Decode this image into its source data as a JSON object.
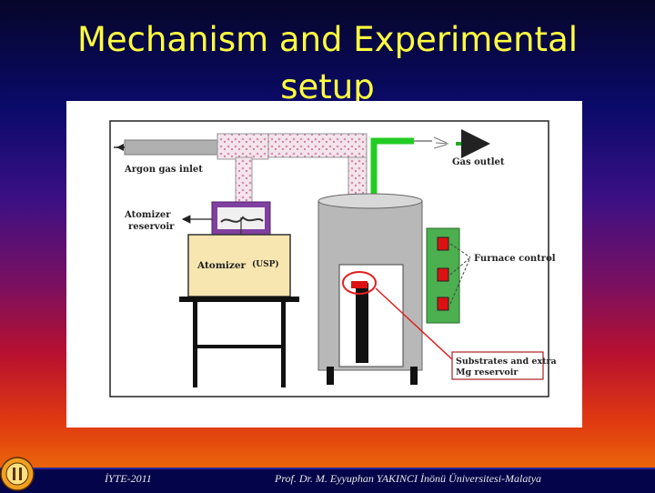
{
  "slide": {
    "title_line1": "Mechanism and Experimental",
    "title_line2": "setup"
  },
  "diagram": {
    "labels": {
      "argon_inlet": "Argon gas inlet",
      "gas_outlet": "Gas outlet",
      "atomizer_reservoir_1": "Atomizer",
      "atomizer_reservoir_2": "reservoir",
      "atomizer": "Atomizer",
      "usp": "(USP)",
      "furnace_control": "Furnace control",
      "substrates_1": "Substrates and extra",
      "substrates_2": "Mg reservoir"
    },
    "colors": {
      "gas_tube": "#b0b0b0",
      "outlet_tube": "#22cc22",
      "furnace": "#b8b8b8",
      "atomizer_body": "#f8e6b0",
      "reservoir": "#8040a0",
      "control_panel": "#4caf50",
      "indicator": "#dd1111",
      "highlight": "#e02020"
    }
  },
  "footer": {
    "left": "İYTE-2011",
    "right": "Prof. Dr. M. Eyyuphan YAKINCI İnönü Üniversitesi-Malatya"
  }
}
